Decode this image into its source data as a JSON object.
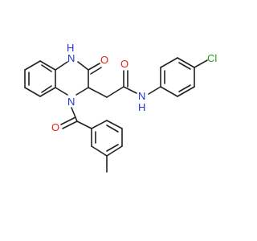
{
  "molecule": {
    "atom_labels": {
      "nh_top": "H",
      "nh_n": "N",
      "o_lactam": "O",
      "o_amide": "O",
      "n_ring": "N",
      "amide_n": "N",
      "amide_h": "H",
      "o_benzoyl": "O",
      "cl": "Cl"
    },
    "colors": {
      "bond": "#222222",
      "oxygen": "#e8231b",
      "nitrogen": "#2233d6",
      "chlorine": "#1ea11e"
    }
  }
}
